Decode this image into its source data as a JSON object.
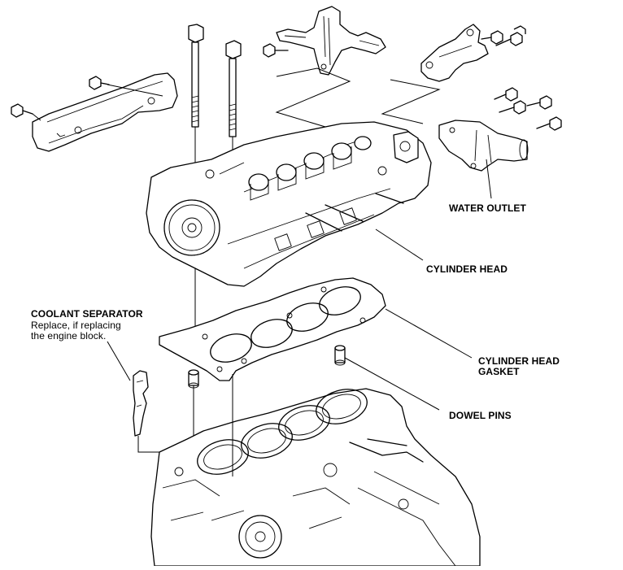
{
  "labels": {
    "water_outlet": "WATER OUTLET",
    "cylinder_head": "CYLINDER HEAD",
    "coolant_separator": "COOLANT SEPARATOR",
    "coolant_note_line1": "Replace, if replacing",
    "coolant_note_line2": "the engine block.",
    "head_gasket_line1": "CYLINDER HEAD",
    "head_gasket_line2": "GASKET",
    "dowel_pins": "DOWEL PINS"
  },
  "colors": {
    "ink": "#000000",
    "paper": "#ffffff"
  }
}
